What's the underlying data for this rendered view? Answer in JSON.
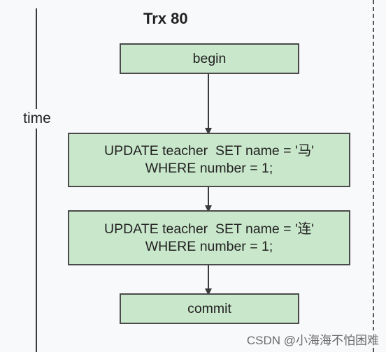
{
  "diagram": {
    "title": "Trx 80",
    "time_label": "time",
    "steps": [
      {
        "lines": [
          "begin"
        ]
      },
      {
        "lines": [
          "UPDATE teacher  SET name = '马'",
          "WHERE number = 1;"
        ]
      },
      {
        "lines": [
          "UPDATE teacher  SET name = '连'",
          "WHERE number = 1;"
        ]
      },
      {
        "lines": [
          "commit"
        ]
      }
    ]
  },
  "watermark": "CSDN @小海海不怕困难",
  "colors": {
    "box_fill": "#c9e7cb",
    "box_border": "#4a4a4a",
    "arrow": "#3a3a3a",
    "background": "#f8f9fa"
  }
}
